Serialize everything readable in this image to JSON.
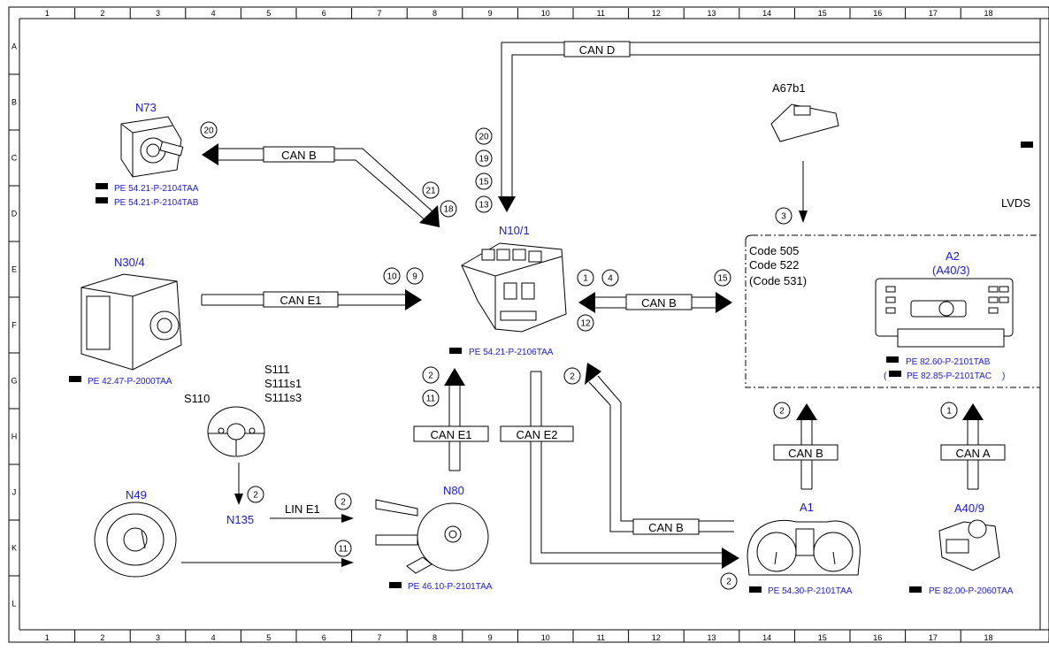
{
  "grid": {
    "columns": [
      "1",
      "2",
      "3",
      "4",
      "5",
      "6",
      "7",
      "8",
      "9",
      "10",
      "11",
      "12",
      "13",
      "14",
      "15",
      "16",
      "17",
      "18"
    ],
    "rows": [
      "A",
      "B",
      "C",
      "D",
      "E",
      "F",
      "G",
      "H",
      "J",
      "K",
      "L"
    ]
  },
  "components": {
    "N73": {
      "label": "N73",
      "refs": [
        "PE 54.21-P-2104TAA",
        "PE 54.21-P-2104TAB"
      ]
    },
    "N30_4": {
      "label": "N30/4",
      "refs": [
        "PE 42.47-P-2000TAA"
      ]
    },
    "N10_1": {
      "label": "N10/1",
      "refs": [
        "PE 54.21-P-2106TAA"
      ]
    },
    "A67b1": {
      "label": "A67b1"
    },
    "A2": {
      "label": "A2",
      "sublabel": "(A40/3)",
      "refs": [
        "PE 82.60-P-2101TAB",
        "PE 82.85-P-2101TAC"
      ]
    },
    "N49": {
      "label": "N49"
    },
    "N135": {
      "label": "N135"
    },
    "N80": {
      "label": "N80",
      "refs": [
        "PE 46.10-P-2101TAA"
      ]
    },
    "A1": {
      "label": "A1",
      "refs": [
        "PE 54.30-P-2101TAA"
      ]
    },
    "A40_9": {
      "label": "A40/9",
      "refs": [
        "PE 82.00-P-2060TAA"
      ]
    },
    "S_switches": {
      "s110": "S110",
      "s111": "S111",
      "s111s1": "S111s1",
      "s111s3": "S111s3"
    }
  },
  "codes": [
    "Code 505",
    "Code 522",
    "(Code 531)"
  ],
  "lvds": "LVDS",
  "buses": {
    "can_d": "CAN D",
    "can_b": "CAN B",
    "can_e1": "CAN E1",
    "can_e2": "CAN E2",
    "can_a": "CAN A",
    "lin_e1": "LIN E1"
  },
  "signals": {
    "n73_20": "20",
    "n10_21": "21",
    "n10_18": "18",
    "top_20": "20",
    "top_19": "19",
    "top_15": "15",
    "top_13": "13",
    "e1_10": "10",
    "e1_9": "9",
    "canb_1": "1",
    "canb_4": "4",
    "canb_12": "12",
    "canb_15": "15",
    "a67_3": "3",
    "up_2": "2",
    "up_11": "11",
    "diag_2": "2",
    "a2_2": "2",
    "a2_1": "1",
    "n135_2": "2",
    "lin_2": "2",
    "n49_11": "11",
    "a1_2": "2"
  },
  "colors": {
    "label_blue": "#1a1ad0",
    "line": "#000000"
  }
}
